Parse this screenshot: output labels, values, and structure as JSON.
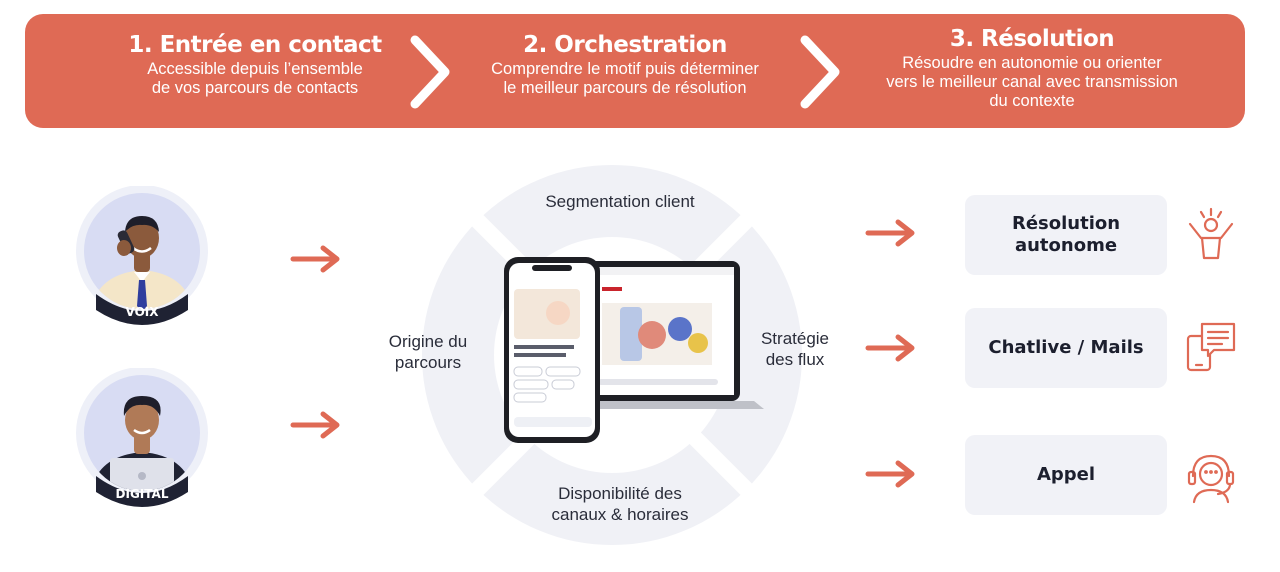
{
  "banner": {
    "steps": [
      {
        "title": "1. Entrée en contact",
        "desc": [
          "Accessible depuis l’ensemble",
          "de vos parcours de contacts"
        ]
      },
      {
        "title": "2. Orchestration",
        "desc": [
          "Comprendre le motif puis déterminer",
          "le meilleur parcours de résolution"
        ]
      },
      {
        "title": "3. Résolution",
        "desc": [
          "Résoudre en autonomie ou orienter",
          "vers le meilleur canal avec transmission",
          "du contexte"
        ]
      }
    ]
  },
  "entry": {
    "voix_label": "VOIX",
    "digital_label": "DIGITAL"
  },
  "wheel": {
    "top": "Segmentation client",
    "left": [
      "Origine du",
      "parcours"
    ],
    "right": [
      "Stratégie",
      "des flux"
    ],
    "bottom": [
      "Disponibilité des",
      "canaux & horaires"
    ]
  },
  "outcomes": [
    {
      "label": "Résolution autonome",
      "icon": "person-celebrating-icon"
    },
    {
      "label": "Chatlive / Mails",
      "icon": "chat-message-icon"
    },
    {
      "label": "Appel",
      "icon": "headset-agent-icon"
    }
  ],
  "colors": {
    "accent": "#df6a55",
    "wheel": "#f0f1f6",
    "avatar_bg": "#eef0f8",
    "outcome_bg": "#f1f2f7",
    "label_dark": "#262a3d"
  }
}
